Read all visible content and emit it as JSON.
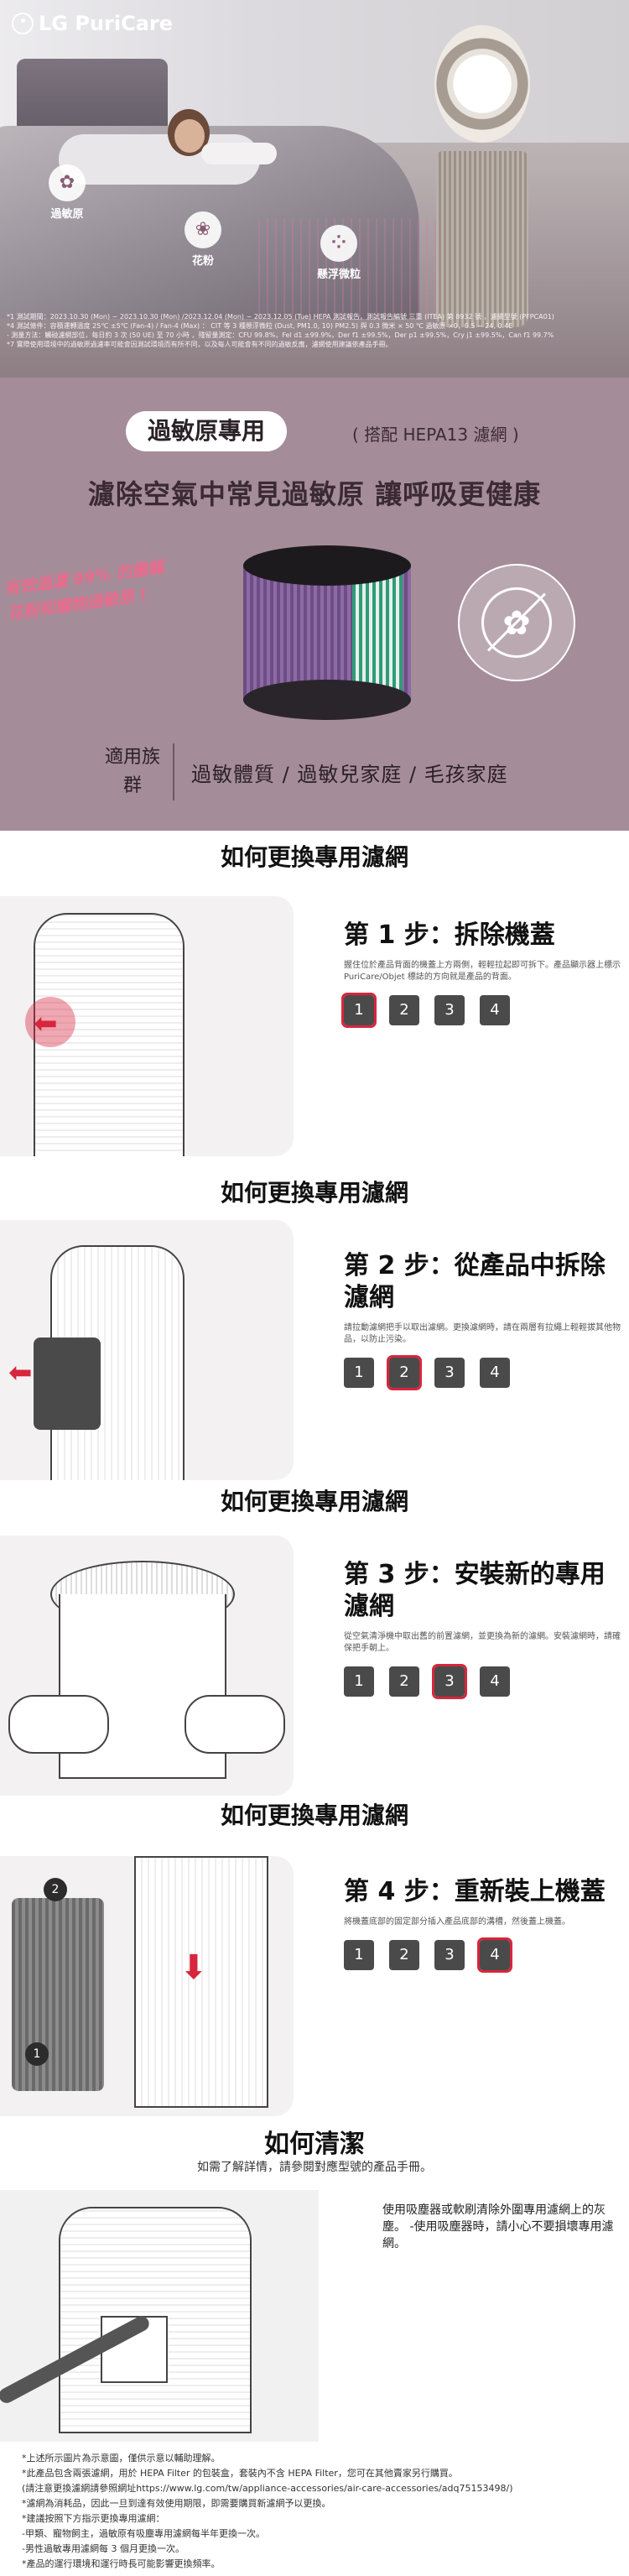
{
  "hero": {
    "brand": "LG PuriCare",
    "icons": [
      {
        "label": "過敏原",
        "icon": "allergen-icon",
        "glyph": "✿"
      },
      {
        "label": "花粉",
        "icon": "pollen-icon",
        "glyph": "❀"
      },
      {
        "label": "懸浮微粒",
        "icon": "dust-icon",
        "glyph": "⁘"
      }
    ],
    "notes": [
      "*1 測試期間：2023.10.30 (Mon) ~ 2023.10.30 (Mon) /2023.12.04 (Mon) ~ 2023.12.05 (Tue) HEPA 測試報告，測試報告編號  三重 (ITEA) 第 8932 號 ，濾網型號 (PFPCA01)",
      "*4 測試條件：容積運轉溫度 25℃ ±5℃ (Fan-4) / Fan-4 (Max) ： CIT 等 3 種懸浮微粒 (Dust, PM1.0, 10) PM2.5) 與 0.3 微米 × 50 ℃ 過敏原 ×0，0.5 ~ 24, 0.4E",
      "- 測量方法：觸碰濾網部位，每日約 3 次 (50 UE) 至 70 小時 ，殘留量測定：CFU 99.8%，Fel d1 ±99.9%，Der f1 ±99.5%，Der p1 ±99.5%，Cry j1 ±99.5%，Can f1 99.7%",
      "*7 實際使用環境中的過敏原過濾率可能會因測試環境而有所不同，以及每人可能會有不同的過敏反應，濾網使用建議依產品手冊。"
    ]
  },
  "feature": {
    "pill": "過敏原專用",
    "pill_sub": "( 搭配 HEPA13 濾網 )",
    "headline": "濾除空氣中常見過敏原  讓呼吸更健康",
    "slant_line1": "有效過濾 99% 的塵蟎",
    "slant_line2": "花粉和寵物過敏原 !",
    "tag": "適用族群",
    "audience": "過敏體質 / 過敏兒家庭 / 毛孩家庭"
  },
  "steps": [
    {
      "section_title": "如何更換專用濾網",
      "title": "第 1 步：拆除機蓋",
      "desc": "握住位於產品背面的機蓋上方兩側，輕輕拉起即可拆下。產品顯示器上標示 PuriCare/Objet 標誌的方向就是產品的背面。",
      "active": 1
    },
    {
      "section_title": "如何更換專用濾網",
      "title": "第 2 步：從產品中拆除濾網",
      "desc": "請拉動濾網把手以取出濾網。更換濾網時，請在兩層有拉繩上輕輕拔其他物品，以防止污染。",
      "active": 2
    },
    {
      "section_title": "如何更換專用濾網",
      "title": "第 3 步：安裝新的專用濾網",
      "desc": "從空氣清淨機中取出舊的前置濾網，並更換為新的濾網。安裝濾網時，請確保把手朝上。",
      "active": 3
    },
    {
      "section_title": "如何更換專用濾網",
      "title": "第 4 步：重新裝上機蓋",
      "desc": "將機蓋底部的固定部分插入產品底部的溝槽，然後蓋上機蓋。",
      "active": 4
    }
  ],
  "step_numbers": [
    "1",
    "2",
    "3",
    "4"
  ],
  "cleaning": {
    "title": "如何清潔",
    "subtitle": "如需了解詳情，請參閱對應型號的產品手冊。",
    "text": "使用吸塵器或軟刷清除外圍專用濾網上的灰塵。 -使用吸塵器時，請小心不要損壞專用濾網。"
  },
  "notes": [
    "*上述所示圖片為示意圖，僅供示意以輔助理解。",
    "*此產品包含兩張濾網，用於 HEPA Filter 的包裝盒，套裝內不含 HEPA Filter，您可在其他賣家另行購買。",
    "(請注意更換濾網請參照網址https://www.lg.com/tw/appliance-accessories/air-care-accessories/adq75153498/)",
    "*濾網為消耗品，因此一旦到達有效使用期限，即需要購買新濾網予以更換。",
    "*建議按照下方指示更換專用濾網：",
    "-甲類、寵物飼主，過敏原有吸塵專用濾網每半年更換一次。",
    "-男性過敏專用濾網每 3 個月更換一次。",
    "*產品的運行環境和運行時長可能影響更換頻率。"
  ]
}
